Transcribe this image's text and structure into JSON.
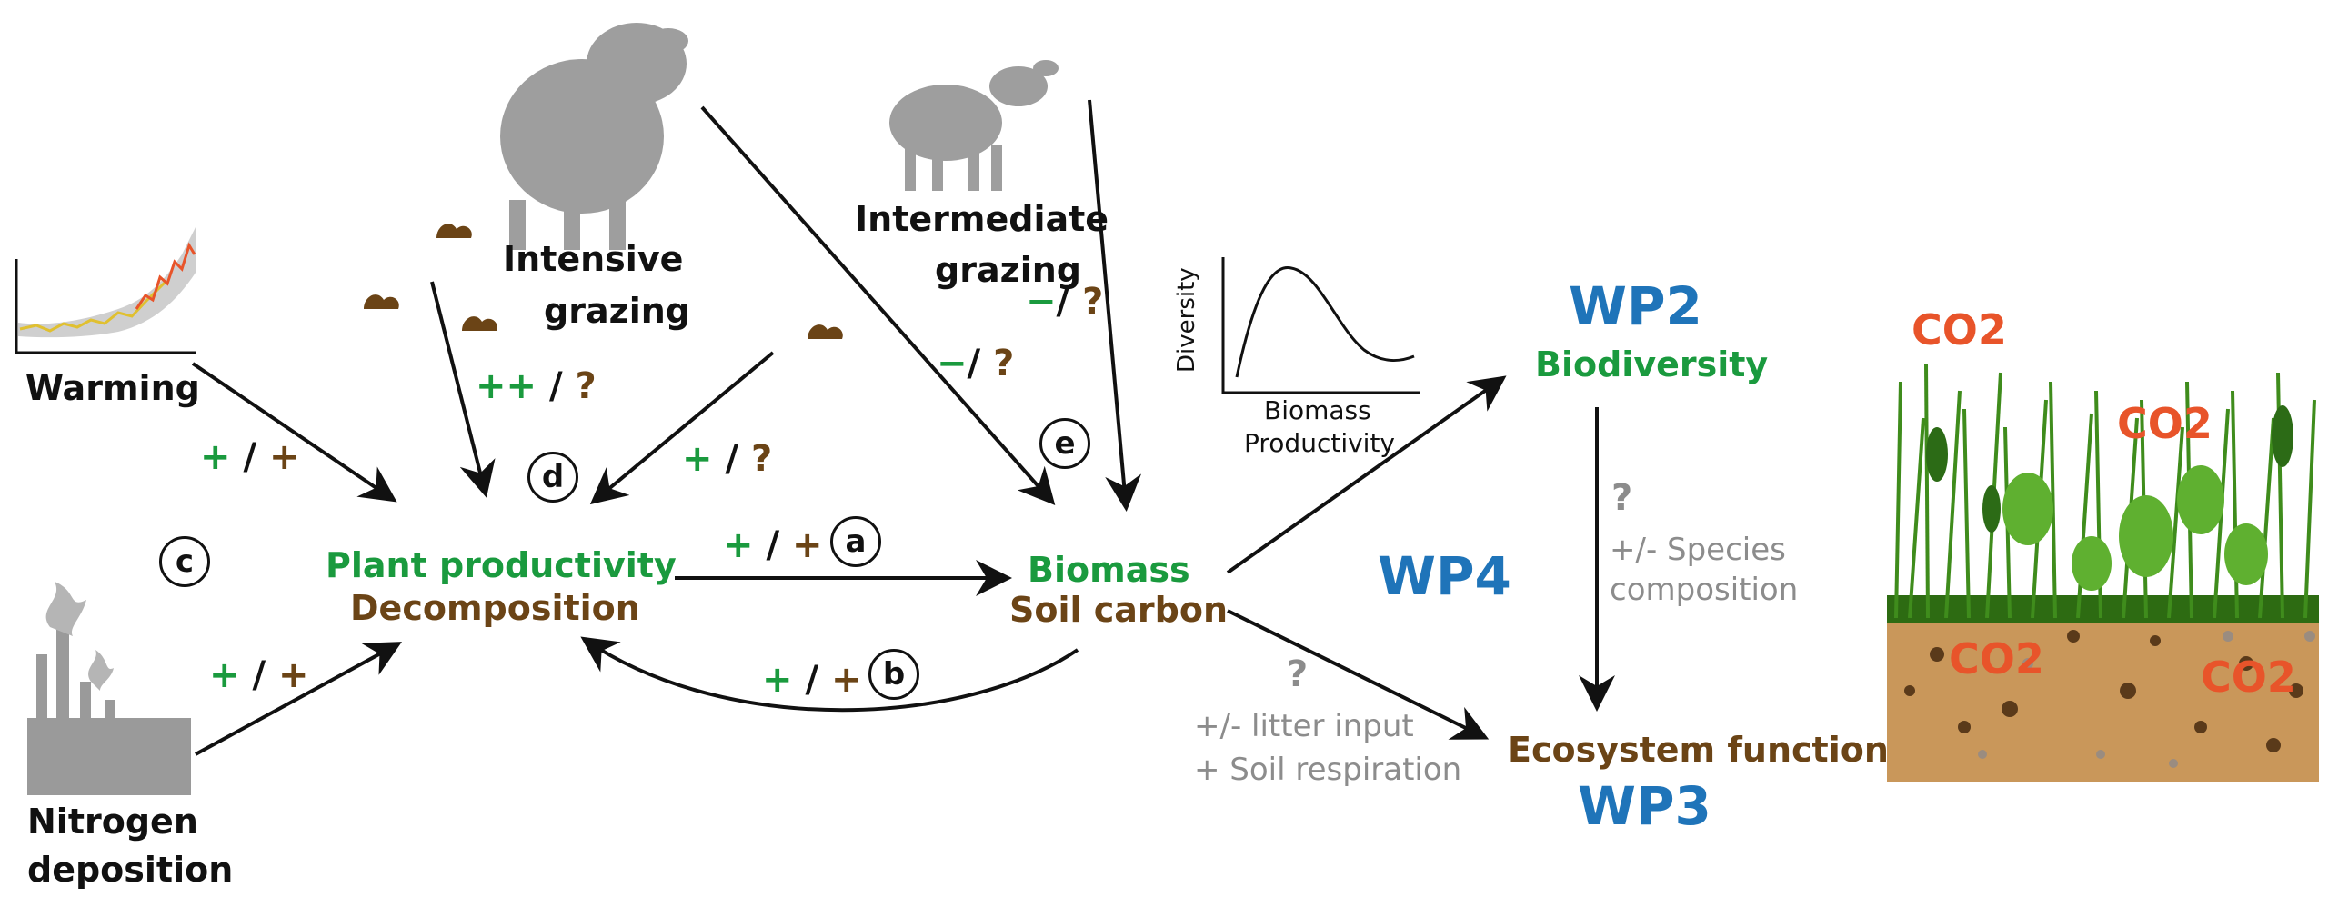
{
  "drivers": {
    "warming": "Warming",
    "nitrogen_line1": "Nitrogen",
    "nitrogen_line2": "deposition",
    "intensive_line1": "Intensive",
    "intensive_line2": "grazing",
    "intermediate_line1": "Intermediate",
    "intermediate_line2": "grazing"
  },
  "nodes": {
    "plant_productivity": "Plant productivity",
    "decomposition": "Decomposition",
    "biomass": "Biomass",
    "soil_carbon": "Soil carbon",
    "wp2": "WP2",
    "biodiversity": "Biodiversity",
    "wp4": "WP4",
    "ecosystem_function": "Ecosystem function",
    "wp3": "WP3"
  },
  "effects": {
    "warming": {
      "a": "+",
      "sep": " / ",
      "b": "+"
    },
    "nitrogen": {
      "a": "+",
      "sep": " / ",
      "b": "+"
    },
    "intensive_dung": {
      "a": "++",
      "sep": " / ",
      "b": "?"
    },
    "intermediate_dung": {
      "a": "+",
      "sep": " / ",
      "b": "?"
    },
    "intensive_biomass": {
      "a": "−",
      "sep": "/ ",
      "b": "?"
    },
    "intermediate_biomass": {
      "a": "−",
      "sep": "/ ",
      "b": "?"
    },
    "link_a": {
      "a": "+",
      "sep": " / ",
      "b": "+"
    },
    "link_b": {
      "a": "+",
      "sep": " / ",
      "b": "+"
    }
  },
  "circle_labels": [
    "a",
    "b",
    "c",
    "d",
    "e"
  ],
  "inset_chart": {
    "ylabel": "Diversity",
    "xlabel_line1": "Biomass",
    "xlabel_line2": "Productivity"
  },
  "annotations": {
    "q_biodiv": "?",
    "species_line1": "+/- Species",
    "species_line2": "composition",
    "q_ecosys": "?",
    "litter": "+/- litter input",
    "respiration": "+ Soil respiration"
  },
  "co2_labels": [
    "CO2",
    "CO2",
    "CO2",
    "CO2"
  ],
  "icons": [
    "sheep-icon",
    "dung-icon",
    "factory-icon",
    "warming-graph-icon",
    "grassland-soil-icon"
  ],
  "colors": {
    "green": "#1a9a3e",
    "brown": "#6b4416",
    "blue": "#1f74b9",
    "gray": "#8c8c8c",
    "orange": "#e8542a"
  }
}
